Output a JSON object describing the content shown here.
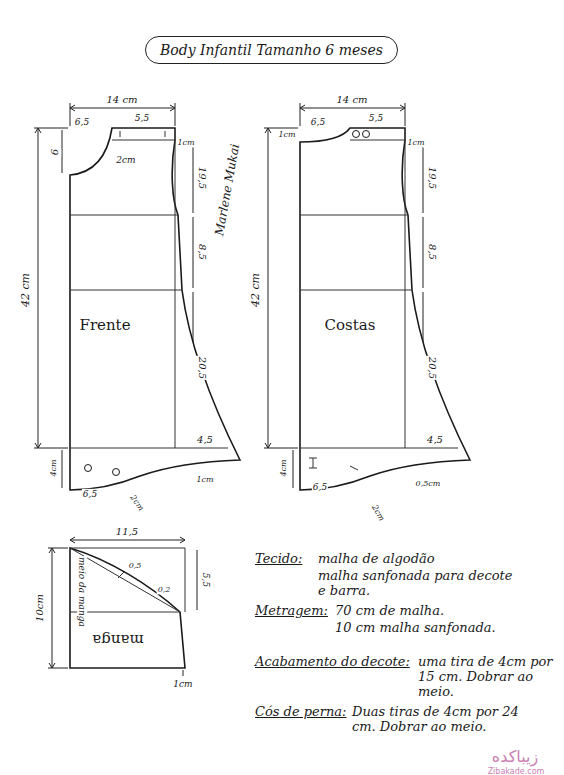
{
  "diagram": {
    "title": "Body Infantil Tamanho 6 meses",
    "nodes": [
      {
        "text": [
          "Frente"
        ]
      },
      {
        "text": [
          "Costas"
        ]
      },
      {
        "text": [
          "manga"
        ]
      }
    ],
    "labels": [
      "14 cm",
      "6,5",
      "5,5",
      "1cm",
      "2cm",
      "6",
      "19,5",
      "8,5",
      "20,5",
      "4,5",
      "4cm",
      "6,5",
      "2cm",
      "1cm",
      "42 cm",
      "Marlene Mukai",
      "14 cm",
      "6,5",
      "5,5",
      "1cm",
      "1cm",
      "19,5",
      "8,5",
      "20,5",
      "4,5",
      "4cm",
      "6,5",
      "0,5cm",
      "2cm",
      "42 cm",
      "11,5",
      "0,5",
      "0,2",
      "5,5",
      "10cm",
      "meio da manga",
      "1cm",
      "Tecido:",
      "malha de algodão",
      "malha sanfonada para decote e barra.",
      "Metragem:",
      "70 cm de malha.",
      "10 cm malha sanfonada.",
      "Acabamento do decote:",
      "uma tira de 4cm por 15 cm. Dobrar ao meio.",
      "Cós de perna:",
      "Duas tiras de 4cm por 24 cm. Dobrar ao meio.",
      "زیباکده",
      "Zibakade.com"
    ]
  }
}
